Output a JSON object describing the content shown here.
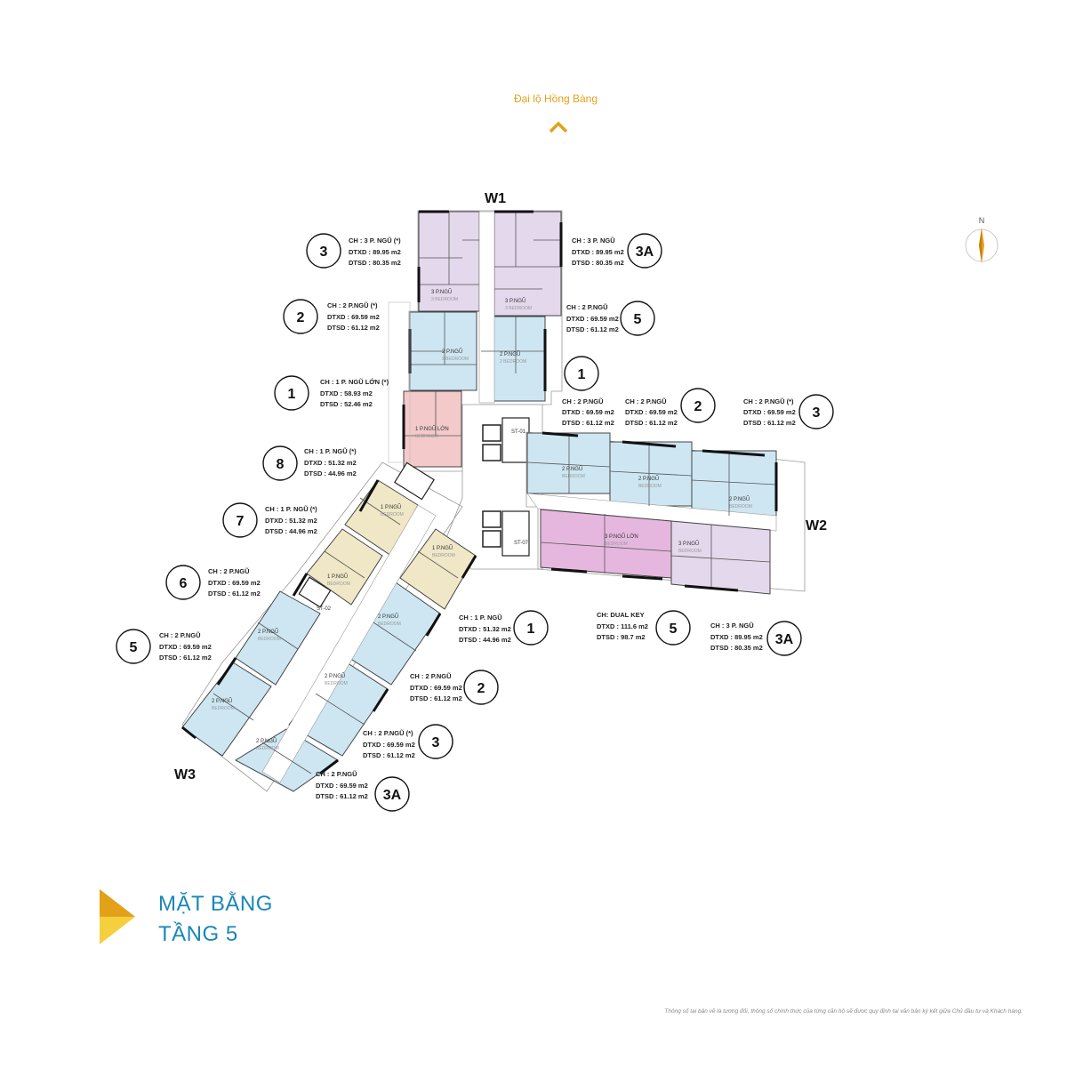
{
  "road_label": "Đại lộ Hồng Bàng",
  "compass_label": "N",
  "title": {
    "line1": "MẶT BẰNG",
    "line2": "TẦNG 5"
  },
  "disclaimer": "Thông số tại bản vẽ là tương đối, thông số chính thức của từng căn hộ sẽ được quy định tại văn bản ký kết giữa Chủ đầu tư và Khách hàng.",
  "wings": {
    "w1": "W1",
    "w2": "W2",
    "w3": "W3"
  },
  "stairs": {
    "st01": "ST-01",
    "st02": "ST-02",
    "st07": "ST-07"
  },
  "colors": {
    "blue": "#cde6f2",
    "purple": "#e4d8ec",
    "pink": "#f3c9c9",
    "yellow": "#efe7c6",
    "magenta": "#e6b7de",
    "accent": "#e3a11a",
    "title": "#1a87b8"
  },
  "units": {
    "w1_3": {
      "num": "3",
      "ch": "CH : 3 P. NGŨ (*)",
      "dtxd": "DTXD : 89.95 m2",
      "dtsd": "DTSD : 80.35 m2",
      "room": "3 P.NGŨ",
      "sub": "3 BEDROOM"
    },
    "w1_3a": {
      "num": "3A",
      "ch": "CH : 3 P. NGŨ",
      "dtxd": "DTXD : 89.95 m2",
      "dtsd": "DTSD : 80.35 m2",
      "room": "3 P.NGŨ",
      "sub": "3 BEDROOM"
    },
    "w1_2": {
      "num": "2",
      "ch": "CH : 2 P.NGŨ (*)",
      "dtxd": "DTXD : 69.59 m2",
      "dtsd": "DTSD : 61.12 m2",
      "room": "2 P.NGŨ",
      "sub": "2 BEDROOM"
    },
    "w1_5": {
      "num": "5",
      "ch": "CH : 2 P.NGŨ",
      "dtxd": "DTXD : 69.59 m2",
      "dtsd": "DTSD : 61.12 m2",
      "room": "2 P.NGŨ",
      "sub": "2 BEDROOM"
    },
    "w1_1": {
      "num": "1",
      "ch": "CH : 1 P. NGŨ LỚN (*)",
      "dtxd": "DTXD : 58.93 m2",
      "dtsd": "DTSD : 52.46 m2",
      "room": "1 P.NGŨ LỚN",
      "sub": "BEDROOM"
    },
    "w2_1": {
      "num": "1",
      "ch": "CH : 2 P.NGŨ",
      "dtxd": "DTXD : 69.59 m2",
      "dtsd": "DTSD : 61.12 m2",
      "room": "2 P.NGŨ",
      "sub": "BEDROOM"
    },
    "w2_2": {
      "num": "2",
      "ch": "CH : 2 P.NGŨ",
      "dtxd": "DTXD : 69.59 m2",
      "dtsd": "DTSD : 61.12 m2",
      "room": "2 P.NGŨ",
      "sub": "BEDROOM"
    },
    "w2_3": {
      "num": "3",
      "ch": "CH : 2 P.NGŨ (*)",
      "dtxd": "DTXD : 69.59 m2",
      "dtsd": "DTSD : 61.12 m2",
      "room": "2 P.NGŨ",
      "sub": "BEDROOM"
    },
    "w2_5": {
      "num": "5",
      "ch": "CH: DUAL KEY",
      "dtxd": "DTXD : 111.6 m2",
      "dtsd": "DTSD : 98.7 m2",
      "room": "3 P.NGŨ LỚN",
      "sub": "BEDROOM"
    },
    "w2_3a": {
      "num": "3A",
      "ch": "CH : 3 P. NGŨ",
      "dtxd": "DTXD : 89.95 m2",
      "dtsd": "DTSD : 80.35 m2",
      "room": "3 P.NGŨ",
      "sub": "BEDROOM"
    },
    "w3_8": {
      "num": "8",
      "ch": "CH : 1 P. NGŨ (*)",
      "dtxd": "DTXD : 51.32 m2",
      "dtsd": "DTSD : 44.96 m2",
      "room": "1 P.NGŨ",
      "sub": "BEDROOM"
    },
    "w3_7": {
      "num": "7",
      "ch": "CH : 1 P. NGŨ (*)",
      "dtxd": "DTXD : 51.32 m2",
      "dtsd": "DTSD : 44.96 m2",
      "room": "1 P.NGŨ",
      "sub": "BEDROOM"
    },
    "w3_6": {
      "num": "6",
      "ch": "CH : 2 P.NGŨ",
      "dtxd": "DTXD : 69.59 m2",
      "dtsd": "DTSD : 61.12 m2",
      "room": "2 P.NGŨ",
      "sub": "BEDROOM"
    },
    "w3_5": {
      "num": "5",
      "ch": "CH : 2 P.NGŨ",
      "dtxd": "DTXD : 69.59 m2",
      "dtsd": "DTSD : 61.12 m2",
      "room": "2 P.NGŨ",
      "sub": "BEDROOM"
    },
    "w3_1": {
      "num": "1",
      "ch": "CH : 1 P. NGŨ",
      "dtxd": "DTXD : 51.32 m2",
      "dtsd": "DTSD : 44.96 m2",
      "room": "1 P.NGŨ",
      "sub": "BEDROOM"
    },
    "w3_2": {
      "num": "2",
      "ch": "CH : 2 P.NGŨ",
      "dtxd": "DTXD : 69.59 m2",
      "dtsd": "DTSD : 61.12 m2",
      "room": "2 P.NGŨ",
      "sub": "BEDROOM"
    },
    "w3_3": {
      "num": "3",
      "ch": "CH : 2 P.NGŨ (*)",
      "dtxd": "DTXD : 69.59 m2",
      "dtsd": "DTSD : 61.12 m2",
      "room": "2 P.NGŨ",
      "sub": "BEDROOM"
    },
    "w3_3a": {
      "num": "3A",
      "ch": "CH : 2 P.NGŨ",
      "dtxd": "DTXD : 69.59 m2",
      "dtsd": "DTSD : 61.12 m2",
      "room": "2 P.NGŨ",
      "sub": "BEDROOM"
    }
  }
}
